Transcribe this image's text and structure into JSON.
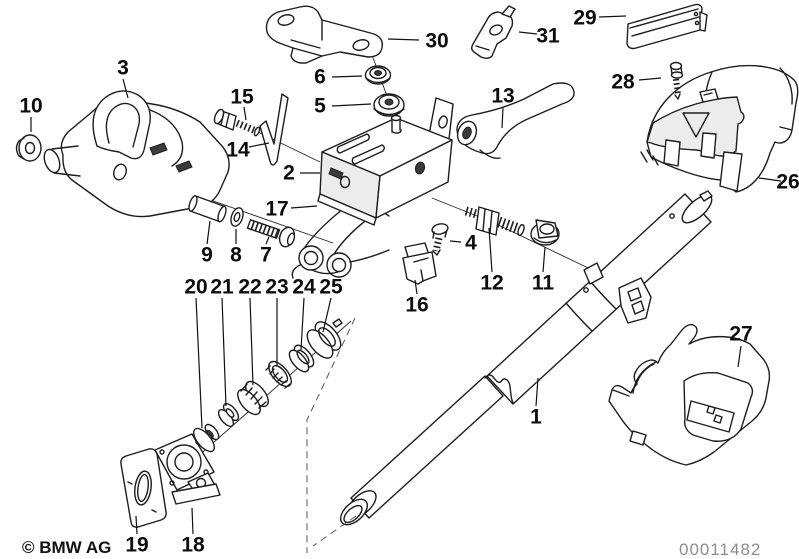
{
  "document": {
    "type": "exploded-parts-diagram",
    "subject": "steering column assembly",
    "copyright": "© BMW AG",
    "doc_number": "00011482"
  },
  "colors": {
    "line": "#1d1d1d",
    "background": "#ffffff",
    "doc_number_gray": "#8d8d8d",
    "label_black": "#0d0d0d"
  },
  "labels": {
    "p1": "1",
    "p2": "2",
    "p3": "3",
    "p4": "4",
    "p5": "5",
    "p6": "6",
    "p7": "7",
    "p8": "8",
    "p9": "9",
    "p10": "10",
    "p11": "11",
    "p12": "12",
    "p13": "13",
    "p14": "14",
    "p15": "15",
    "p16": "16",
    "p17": "17",
    "p18": "18",
    "p19": "19",
    "p20": "20",
    "p21": "21",
    "p22": "22",
    "p23": "23",
    "p24": "24",
    "p25": "25",
    "p26": "26",
    "p27": "27",
    "p28": "28",
    "p29": "29",
    "p30": "30",
    "p31": "31"
  }
}
